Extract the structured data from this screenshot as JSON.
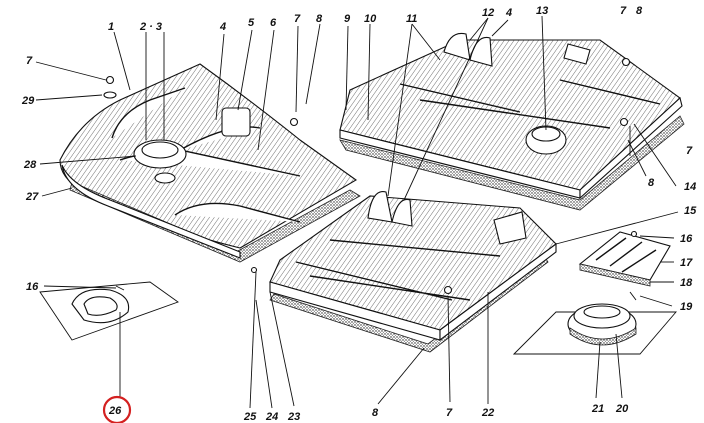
{
  "diagram": {
    "labels": [
      {
        "id": "l1",
        "text": "1"
      },
      {
        "id": "l23",
        "text": "2 · 3"
      },
      {
        "id": "l4a",
        "text": "4"
      },
      {
        "id": "l5",
        "text": "5"
      },
      {
        "id": "l6",
        "text": "6"
      },
      {
        "id": "l7a",
        "text": "7"
      },
      {
        "id": "l8a",
        "text": "8"
      },
      {
        "id": "l9",
        "text": "9"
      },
      {
        "id": "l10",
        "text": "10"
      },
      {
        "id": "l11",
        "text": "11"
      },
      {
        "id": "l12",
        "text": "12"
      },
      {
        "id": "l4b",
        "text": "4"
      },
      {
        "id": "l13",
        "text": "13"
      },
      {
        "id": "l7b",
        "text": "7"
      },
      {
        "id": "l8b",
        "text": "8"
      },
      {
        "id": "l7c",
        "text": "7"
      },
      {
        "id": "l29",
        "text": "29"
      },
      {
        "id": "l28",
        "text": "28"
      },
      {
        "id": "l27",
        "text": "27"
      },
      {
        "id": "l7d",
        "text": "7"
      },
      {
        "id": "l8c",
        "text": "8"
      },
      {
        "id": "l14",
        "text": "14"
      },
      {
        "id": "l15",
        "text": "15"
      },
      {
        "id": "l16a",
        "text": "16"
      },
      {
        "id": "l16b",
        "text": "16"
      },
      {
        "id": "l17",
        "text": "17"
      },
      {
        "id": "l18",
        "text": "18"
      },
      {
        "id": "l19",
        "text": "19"
      },
      {
        "id": "l25",
        "text": "25"
      },
      {
        "id": "l24",
        "text": "24"
      },
      {
        "id": "l23b",
        "text": "23"
      },
      {
        "id": "l8d",
        "text": "8"
      },
      {
        "id": "l7e",
        "text": "7"
      },
      {
        "id": "l22",
        "text": "22"
      },
      {
        "id": "l21",
        "text": "21"
      },
      {
        "id": "l20",
        "text": "20"
      },
      {
        "id": "l26",
        "text": "26"
      }
    ],
    "highlight_color": "#d42020"
  }
}
